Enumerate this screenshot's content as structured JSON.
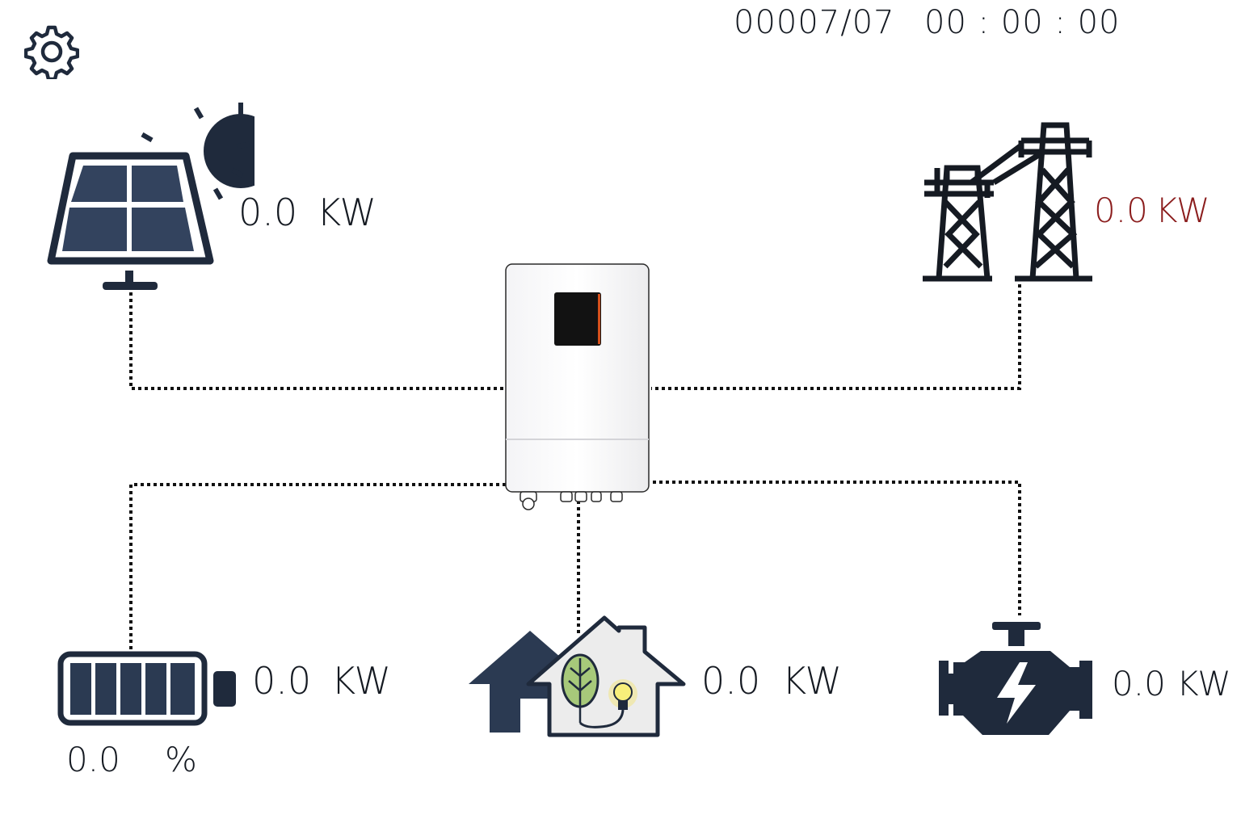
{
  "header": {
    "settings_icon": "gear-icon",
    "date": "00007/07",
    "time": "00 : 00 : 00"
  },
  "solar": {
    "icon": "solar-panel-icon",
    "value": "0.0",
    "unit": "KW"
  },
  "grid": {
    "icon": "power-tower-icon",
    "value": "0.0",
    "unit": "KW",
    "color": "#8b1d1d"
  },
  "inverter": {
    "icon": "inverter-icon"
  },
  "battery": {
    "icon": "battery-icon",
    "value": "0.0",
    "unit": "KW",
    "soc": "0.0",
    "soc_unit": "%"
  },
  "home": {
    "icon": "home-load-icon",
    "value": "0.0",
    "unit": "KW"
  },
  "generator": {
    "icon": "generator-engine-icon",
    "value": "0.0 KW"
  },
  "colors": {
    "icon": "#1f2a3c",
    "panel": "#2b3a52",
    "wire": "#111111",
    "grid_text": "#8b1d1d",
    "bulb": "#f6e24a",
    "leaf": "#a7c97a"
  }
}
